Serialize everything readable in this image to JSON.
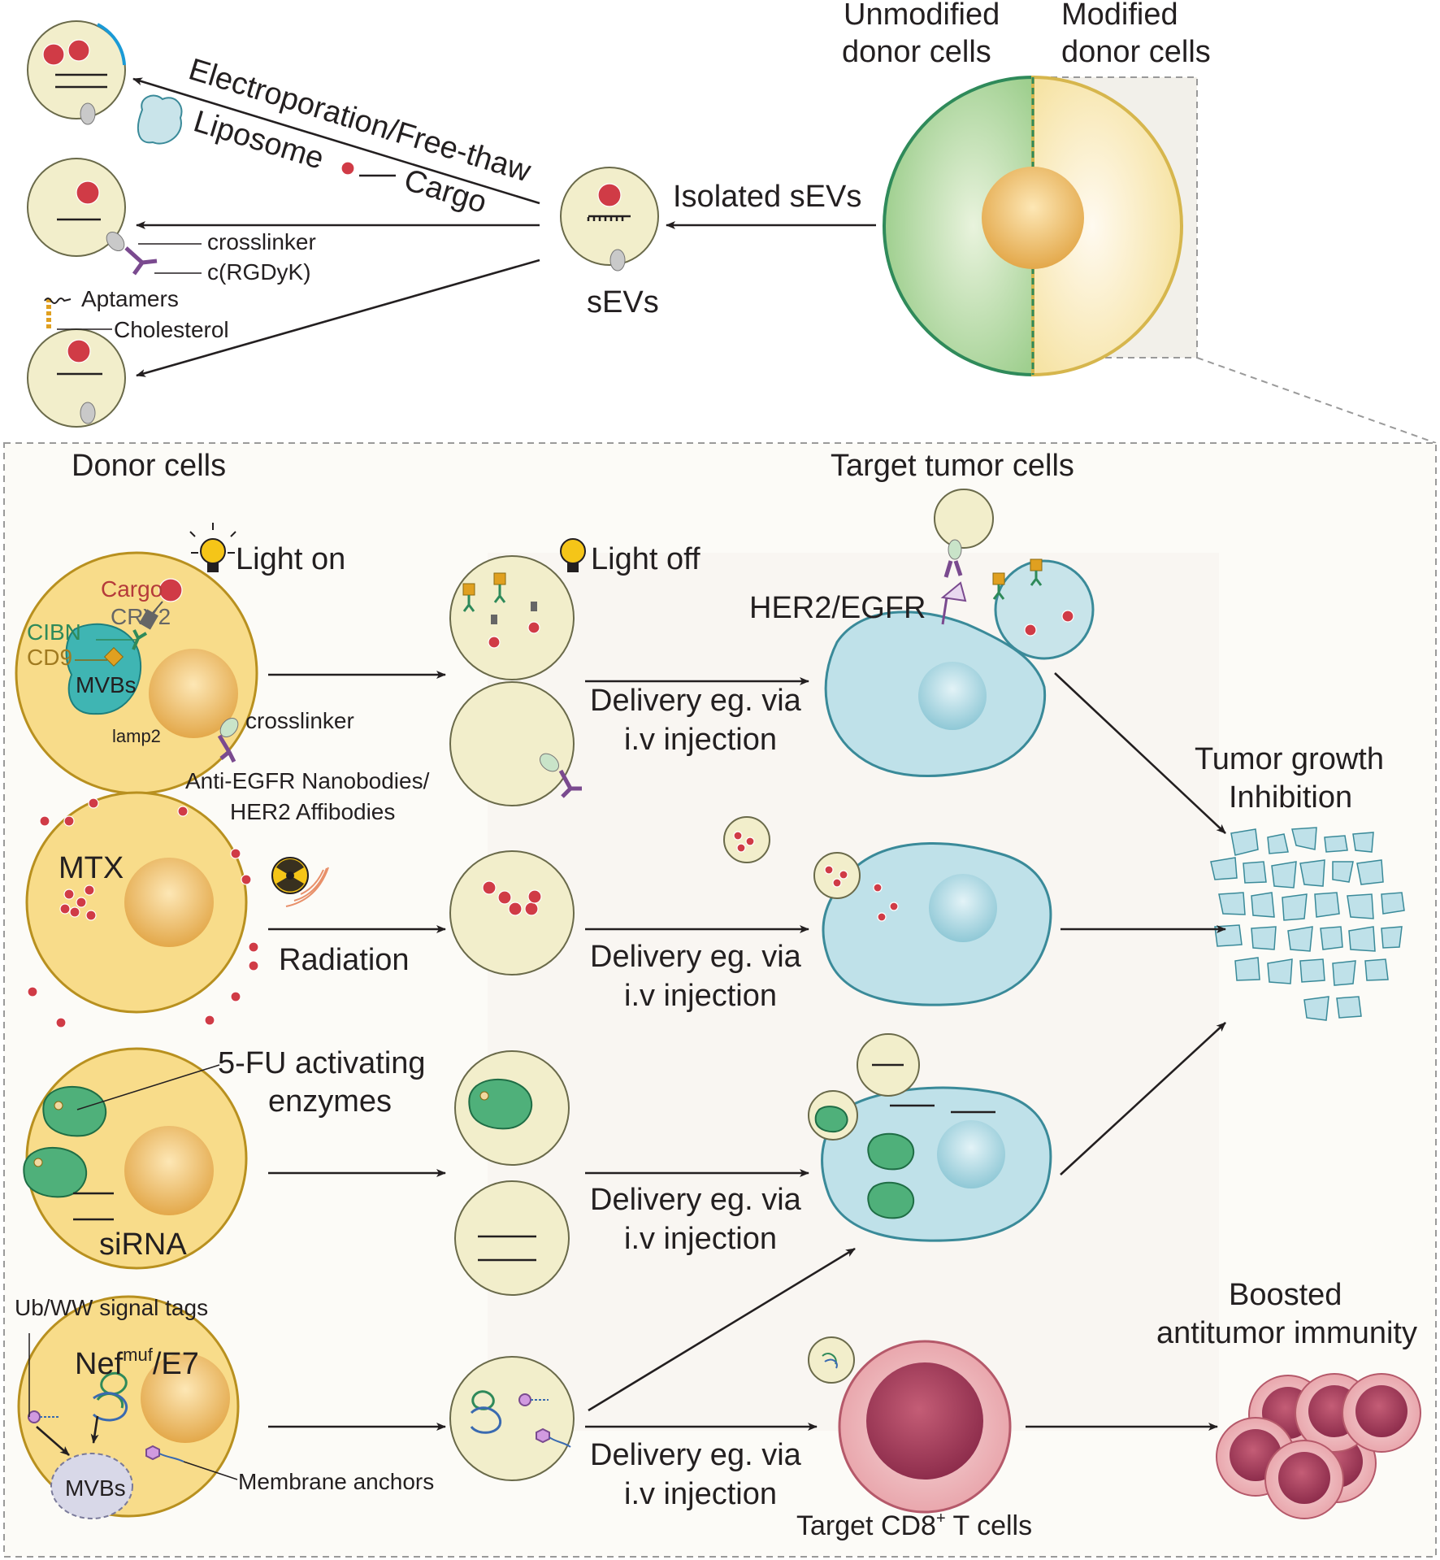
{
  "top": {
    "unmodified_label": [
      "Unmodified",
      "donor cells"
    ],
    "modified_label": [
      "Modified",
      "donor cells"
    ],
    "isolated_label": "Isolated sEVs",
    "sevs_label": "sEVs",
    "electroporation_label": "Electroporation/Free-thaw",
    "liposome_label": "Liposome",
    "cargo_label": "Cargo",
    "crosslinker_label": "crosslinker",
    "rgd_label": "c(RGDyK)",
    "aptamers_label": "Aptamers",
    "cholesterol_label": "Cholesterol"
  },
  "panel": {
    "donor_cells_label": "Donor cells",
    "target_tumor_label": "Target tumor cells",
    "light_on_label": "Light on",
    "light_off_label": "Light off",
    "her2_label": "HER2/EGFR",
    "cargo_red_label": "Cargo",
    "cry2_label": "CRY2",
    "cibn_label": "CIBN",
    "cd9_label": "CD9",
    "mvbs_label": "MVBs",
    "lamp2_label": "lamp2",
    "crosslinker_label": "crosslinker",
    "nanobodies_label": [
      "Anti-EGFR Nanobodies/",
      "HER2 Affibodies"
    ],
    "delivery_label": [
      "Delivery eg. via",
      "i.v injection"
    ],
    "tumor_inhibition_label": [
      "Tumor growth",
      "Inhibition"
    ],
    "mtx_label": "MTX",
    "radiation_label": "Radiation",
    "fu_label": [
      "5-FU activating",
      "enzymes"
    ],
    "sirna_label": "siRNA",
    "ub_label": "Ub/WW signal tags",
    "nef_main": "Nef",
    "nef_sup": "muf",
    "nef_rest": "/E7",
    "mvbs2_label": "MVBs",
    "membrane_label": "Membrane anchors",
    "cd8_pre": "Target CD8",
    "cd8_sup": "+",
    "cd8_post": " T cells",
    "boosted_label": [
      "Boosted",
      "antitumor immunity"
    ]
  },
  "colors": {
    "ev_fill": "#f2eecb",
    "donor_fill": "#f8dc8a",
    "green_cell": "#b7d9a8",
    "tumor_fill": "#bfe1e9",
    "cargo_red": "#d03b46",
    "t_cell": "#e8a6ab",
    "linker_purple": "#7a4a8f"
  }
}
